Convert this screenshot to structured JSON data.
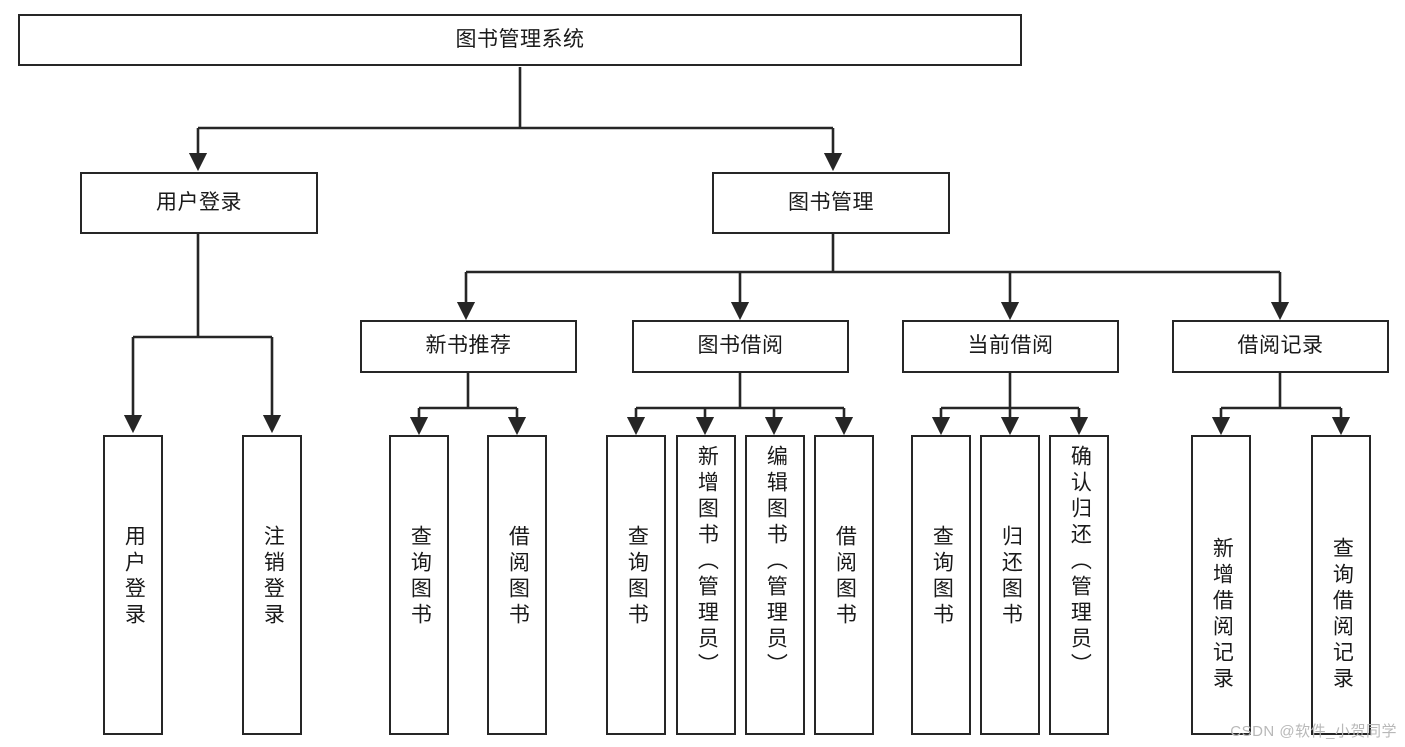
{
  "diagram": {
    "type": "tree-hierarchy-chart",
    "title": "图书管理系统",
    "watermark": "CSDN @软件_小贺同学",
    "colors": {
      "box_border": "#262626",
      "box_fill": "#ffffff",
      "connector": "#262626",
      "text": "#1a1a1a",
      "watermark": "#b8b8b8",
      "background": "#ffffff"
    },
    "levels": {
      "root": {
        "label": "图书管理系统"
      },
      "level2": [
        {
          "label": "用户登录"
        },
        {
          "label": "图书管理"
        }
      ],
      "level3": [
        {
          "label": "新书推荐"
        },
        {
          "label": "图书借阅"
        },
        {
          "label": "当前借阅"
        },
        {
          "label": "借阅记录"
        }
      ],
      "leaves": {
        "user_login": [
          {
            "label": "用户登录"
          },
          {
            "label": "注销登录"
          }
        ],
        "new_book_recommend": [
          {
            "label": "查询图书"
          },
          {
            "label": "借阅图书"
          }
        ],
        "book_borrow": [
          {
            "label": "查询图书"
          },
          {
            "label": "新增图书（管理员）"
          },
          {
            "label": "编辑图书（管理员）"
          },
          {
            "label": "借阅图书"
          }
        ],
        "current_borrow": [
          {
            "label": "查询图书"
          },
          {
            "label": "归还图书"
          },
          {
            "label": "确认归还（管理员）"
          }
        ],
        "borrow_records": [
          {
            "label": "新增借阅记录"
          },
          {
            "label": "查询借阅记录"
          }
        ]
      }
    }
  }
}
